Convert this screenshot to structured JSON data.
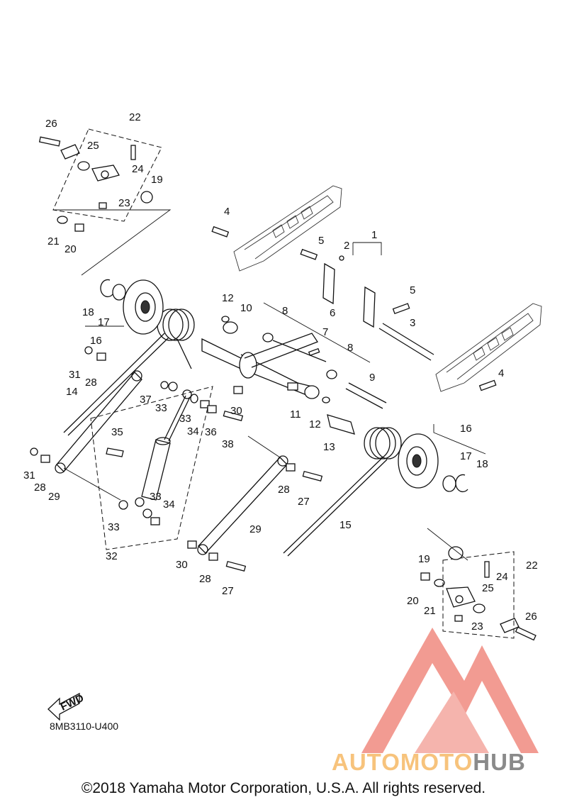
{
  "diagram_code": "8MB3110-U400",
  "copyright": "©2018 Yamaha Motor Corporation, U.S.A. All rights reserved.",
  "fwd_label": "FWD",
  "watermark": {
    "part1": "AUTOMOTO",
    "part2": "HUB",
    "colors": {
      "logo": "#f08a80",
      "auto": "#f7c37c",
      "hub": "#8a8a8a"
    }
  },
  "callouts": [
    {
      "id": "c26a",
      "label": "26"
    },
    {
      "id": "c22a",
      "label": "22"
    },
    {
      "id": "c25a",
      "label": "25"
    },
    {
      "id": "c24a",
      "label": "24"
    },
    {
      "id": "c19a",
      "label": "19"
    },
    {
      "id": "c23a",
      "label": "23"
    },
    {
      "id": "c21a",
      "label": "21"
    },
    {
      "id": "c20a",
      "label": "20"
    },
    {
      "id": "c4a",
      "label": "4"
    },
    {
      "id": "c1",
      "label": "1"
    },
    {
      "id": "c2",
      "label": "2"
    },
    {
      "id": "c5a",
      "label": "5"
    },
    {
      "id": "c5b",
      "label": "5"
    },
    {
      "id": "c3",
      "label": "3"
    },
    {
      "id": "c4b",
      "label": "4"
    },
    {
      "id": "c12a",
      "label": "12"
    },
    {
      "id": "c10",
      "label": "10"
    },
    {
      "id": "c8a",
      "label": "8"
    },
    {
      "id": "c6",
      "label": "6"
    },
    {
      "id": "c7",
      "label": "7"
    },
    {
      "id": "c8b",
      "label": "8"
    },
    {
      "id": "c18a",
      "label": "18"
    },
    {
      "id": "c17a",
      "label": "17"
    },
    {
      "id": "c16a",
      "label": "16"
    },
    {
      "id": "c31a",
      "label": "31"
    },
    {
      "id": "c28a",
      "label": "28"
    },
    {
      "id": "c14",
      "label": "14"
    },
    {
      "id": "c37",
      "label": "37"
    },
    {
      "id": "c33a",
      "label": "33"
    },
    {
      "id": "c33b",
      "label": "33"
    },
    {
      "id": "c34a",
      "label": "34"
    },
    {
      "id": "c36",
      "label": "36"
    },
    {
      "id": "c30a",
      "label": "30"
    },
    {
      "id": "c38",
      "label": "38"
    },
    {
      "id": "c11",
      "label": "11"
    },
    {
      "id": "c12b",
      "label": "12"
    },
    {
      "id": "c9",
      "label": "9"
    },
    {
      "id": "c13",
      "label": "13"
    },
    {
      "id": "c35",
      "label": "35"
    },
    {
      "id": "c16b",
      "label": "16"
    },
    {
      "id": "c17b",
      "label": "17"
    },
    {
      "id": "c18b",
      "label": "18"
    },
    {
      "id": "c31b",
      "label": "31"
    },
    {
      "id": "c28b",
      "label": "28"
    },
    {
      "id": "c29a",
      "label": "29"
    },
    {
      "id": "c28c",
      "label": "28"
    },
    {
      "id": "c27a",
      "label": "27"
    },
    {
      "id": "c15",
      "label": "15"
    },
    {
      "id": "c33c",
      "label": "33"
    },
    {
      "id": "c34b",
      "label": "34"
    },
    {
      "id": "c33d",
      "label": "33"
    },
    {
      "id": "c29b",
      "label": "29"
    },
    {
      "id": "c32",
      "label": "32"
    },
    {
      "id": "c30b",
      "label": "30"
    },
    {
      "id": "c28d",
      "label": "28"
    },
    {
      "id": "c27b",
      "label": "27"
    },
    {
      "id": "c19b",
      "label": "19"
    },
    {
      "id": "c24b",
      "label": "24"
    },
    {
      "id": "c22b",
      "label": "22"
    },
    {
      "id": "c25b",
      "label": "25"
    },
    {
      "id": "c20b",
      "label": "20"
    },
    {
      "id": "c21b",
      "label": "21"
    },
    {
      "id": "c26b",
      "label": "26"
    },
    {
      "id": "c23b",
      "label": "23"
    }
  ]
}
